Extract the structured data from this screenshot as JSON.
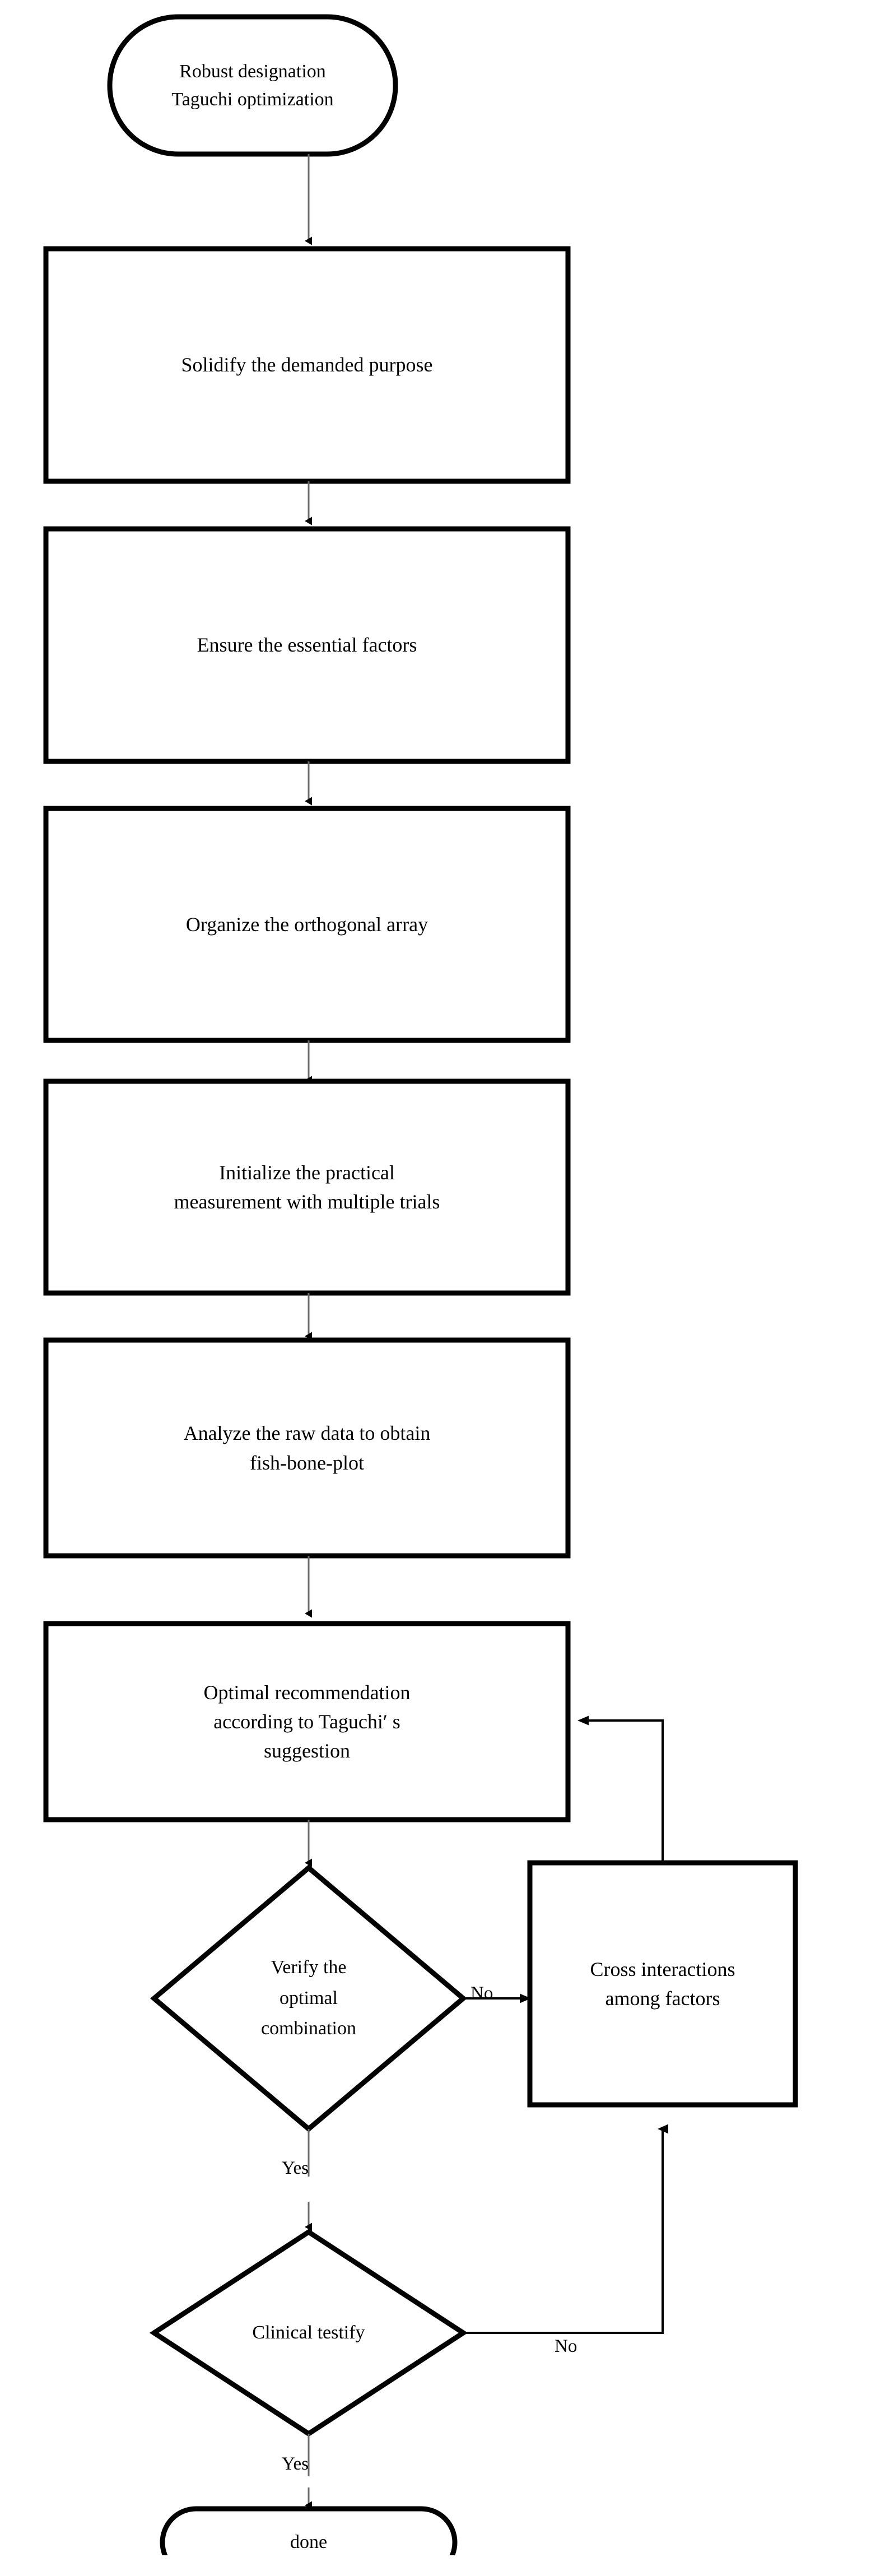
{
  "diagram": {
    "title": "Robust design Taguchi optimization flowchart",
    "type": "flowchart",
    "orientation": "top-to-bottom",
    "colors": {
      "background": "#ffffff",
      "stroke": "#000000",
      "fill": "#ffffff",
      "connector": "#6b6b6b",
      "text": "#000000"
    }
  },
  "nodes": {
    "start": {
      "shape": "stadium",
      "label": "Robust designation\nTaguchi optimization"
    },
    "step1": {
      "shape": "rectangle",
      "label": "Solidify the demanded purpose"
    },
    "step2": {
      "shape": "rectangle",
      "label": "Ensure the essential factors"
    },
    "step3": {
      "shape": "rectangle",
      "label": "Organize the orthogonal array"
    },
    "step4": {
      "shape": "rectangle",
      "label": "Initialize the practical\nmeasurement with multiple trials"
    },
    "step5": {
      "shape": "rectangle",
      "label": "Analyze the raw data to obtain\nfish-bone-plot"
    },
    "step6": {
      "shape": "rectangle",
      "label": "Optimal recommendation\naccording to Taguchi′  s\nsuggestion"
    },
    "decision1": {
      "shape": "diamond",
      "label": "Verify the\noptimal\ncombination"
    },
    "decision2": {
      "shape": "diamond",
      "label": "Clinical testify"
    },
    "feedback": {
      "shape": "rectangle",
      "label": "Cross interactions\namong factors"
    },
    "end": {
      "shape": "stadium",
      "label": "done"
    }
  },
  "edge_labels": {
    "verify_no": "No",
    "verify_yes": "Yes",
    "clinical_no": "No",
    "clinical_yes": "Yes"
  },
  "edges": [
    {
      "from": "start",
      "to": "step1",
      "label": ""
    },
    {
      "from": "step1",
      "to": "step2",
      "label": ""
    },
    {
      "from": "step2",
      "to": "step3",
      "label": ""
    },
    {
      "from": "step3",
      "to": "step4",
      "label": ""
    },
    {
      "from": "step4",
      "to": "step5",
      "label": ""
    },
    {
      "from": "step5",
      "to": "step6",
      "label": ""
    },
    {
      "from": "step6",
      "to": "decision1",
      "label": ""
    },
    {
      "from": "decision1",
      "to": "feedback",
      "label": "No"
    },
    {
      "from": "decision1",
      "to": "decision2",
      "label": "Yes"
    },
    {
      "from": "decision2",
      "to": "feedback",
      "label": "No"
    },
    {
      "from": "decision2",
      "to": "end",
      "label": "Yes"
    },
    {
      "from": "feedback",
      "to": "step6",
      "label": ""
    }
  ]
}
